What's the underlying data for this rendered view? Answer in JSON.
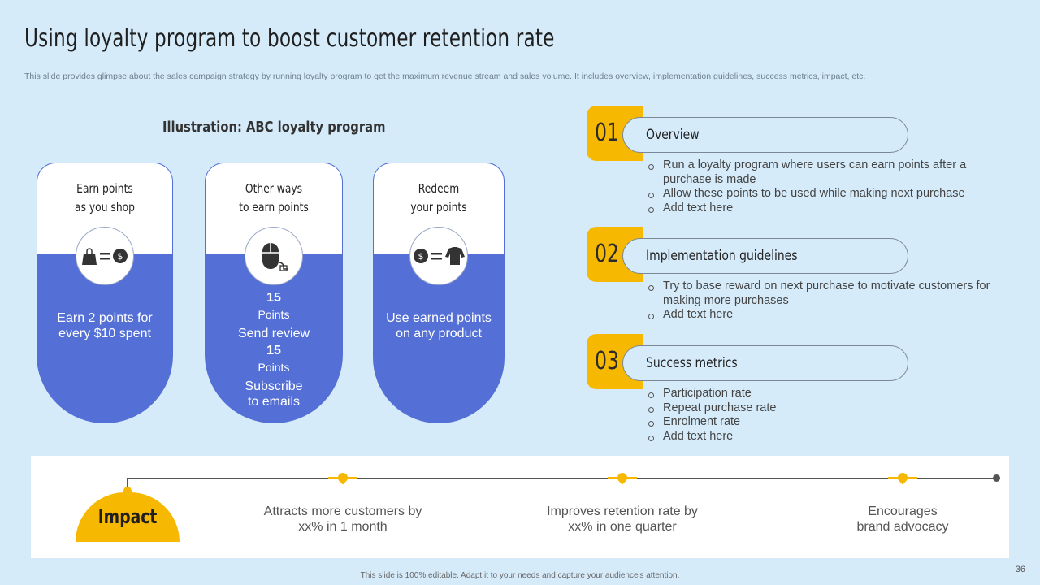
{
  "title": "Using loyalty program to boost customer retention rate",
  "subtitle": "This slide provides glimpse about the sales campaign strategy by running loyalty program to get the maximum revenue stream and sales volume. It includes overview, implementation guidelines, success metrics, impact, etc.",
  "illustration_title": "Illustration:  ABC loyalty program",
  "cards": [
    {
      "heading_1": "Earn points",
      "heading_2": "as you shop",
      "icon": "shopping-bag-equals-coin-icon",
      "line_1": "Earn 2 points for",
      "line_2": "every $10 spent"
    },
    {
      "heading_1": "Other ways",
      "heading_2": "to earn points",
      "icon": "computer-mouse-icon",
      "points_1": "15",
      "points_1_label": "Points",
      "action_1": "Send review",
      "points_2": "15",
      "points_2_label": "Points",
      "action_2_line_1": "Subscribe",
      "action_2_line_2": "to emails"
    },
    {
      "heading_1": "Redeem",
      "heading_2": "your points",
      "icon": "coin-equals-shirt-icon",
      "line_1": "Use earned points",
      "line_2": "on any product"
    }
  ],
  "steps": [
    {
      "number": "01",
      "title": "Overview",
      "bullets": [
        "Run a loyalty program where users can earn points after a purchase is made",
        "Allow these points to be used while making next purchase",
        "Add text here"
      ]
    },
    {
      "number": "02",
      "title": "Implementation guidelines",
      "bullets": [
        "Try to base reward on next purchase to motivate customers for making more purchases",
        "Add text here"
      ]
    },
    {
      "number": "03",
      "title": "Success metrics",
      "bullets": [
        "Participation rate",
        "Repeat purchase rate",
        "Enrolment rate",
        "Add text here"
      ]
    }
  ],
  "impact": {
    "label": "Impact",
    "items": [
      {
        "line_1": "Attracts more customers by",
        "line_2": "xx% in 1 month"
      },
      {
        "line_1": "Improves retention rate by",
        "line_2": "xx% in one quarter"
      },
      {
        "line_1": "Encourages",
        "line_2": "brand advocacy"
      }
    ]
  },
  "footer": "This slide is 100% editable.  Adapt it to your needs and capture your audience's attention.",
  "page_number": "36",
  "colors": {
    "background": "#d6ebfa",
    "accent_yellow": "#f6b800",
    "card_blue": "#5470d6"
  }
}
